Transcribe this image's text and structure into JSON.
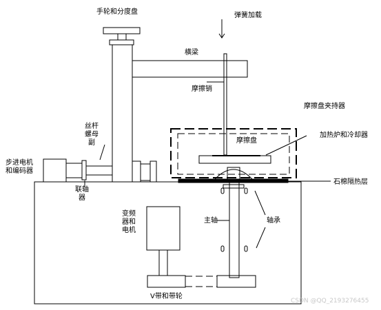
{
  "labels": {
    "handwheel": "手轮和分度盘",
    "spring_load": "弹簧加载",
    "crossbeam": "横梁",
    "friction_pin": "摩擦销",
    "disc_holder": "摩擦盘夹持器",
    "heater_cooler": "加热炉和冷却器",
    "friction_disc": "摩擦盘",
    "screw_nut": "丝杆螺母副",
    "stepper_line1": "步进电机",
    "stepper_line2": "和编码器",
    "coupling": "联轴器",
    "asbestos": "石棉隔热层",
    "inverter_motor": "变频器和电机",
    "main_shaft": "主轴",
    "bearing": "轴承",
    "vbelt": "V带和带轮"
  },
  "watermark": "CSDN @QQ_2193276455",
  "colors": {
    "line": "#000000",
    "background": "#ffffff",
    "watermark": "#c8c8c8"
  }
}
